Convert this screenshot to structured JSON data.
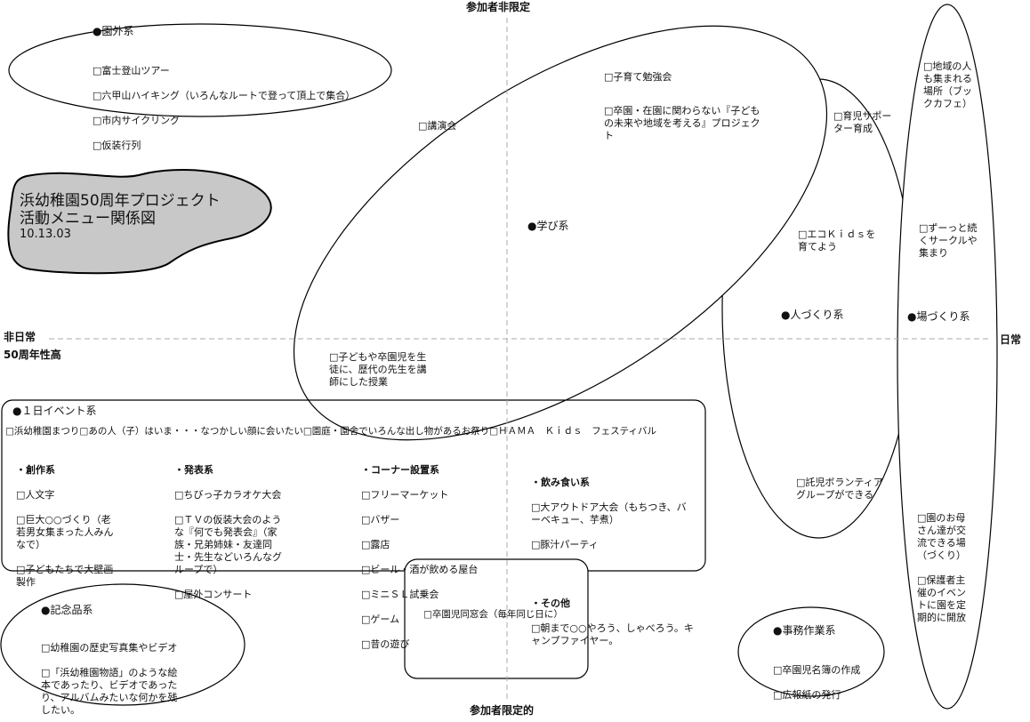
{
  "axes": {
    "top": "参加者非限定",
    "bottom": "参加者限定的",
    "left": "非日常",
    "left_sub": "50周年性高",
    "right": "日常"
  },
  "title": {
    "line1": "浜幼稚園50周年プロジェクト",
    "line2": "活動メニュー関係図",
    "date": "10.13.03"
  },
  "enkai": {
    "heading": "●園外系",
    "items": [
      "□富士登山ツアー",
      "□六甲山ハイキング（いろんなルートで登って頂上で集合）",
      "□市内サイクリング",
      "□仮装行列"
    ]
  },
  "manabi": {
    "heading": "●学び系",
    "items": [
      "□講演会",
      "□子育て勉強会",
      "□卒園・在園に関わらない『子どもの未来や地域を考える』プロジェクト",
      "□子どもや卒園児を生徒に、歴代の先生を講師にした授業"
    ]
  },
  "hitozukuri": {
    "heading": "●人づくり系",
    "items": [
      "□育児サポーター育成",
      "□エコＫｉｄｓを育てよう",
      "□託児ボランティアグループができる"
    ]
  },
  "bazukuri": {
    "heading": "●場づくり系",
    "items": [
      "□地域の人も集まれる場所（ブックカフェ）",
      "□ずーっと続くサークルや集まり",
      "□園のお母さん達が交流できる場（づくり）",
      "□保護者主催のイベントに園を定期的に開放"
    ]
  },
  "event": {
    "heading": "●１日イベント系",
    "summary": "□浜幼稚園まつり□あの人（子）はいま・・・なつかしい顔に会いたい□園庭・園舎でいろんな出し物があるお祭り□ＨＡＭＡ　Ｋｉｄｓ　フェスティバル",
    "groups": [
      {
        "heading": "・創作系",
        "items": [
          "□人文字",
          "□巨大○○づくり（老若男女集まった人みんなで）",
          "□子どもたちで大壁画製作"
        ]
      },
      {
        "heading": "・発表系",
        "items": [
          "□ちびっ子カラオケ大会",
          "□ＴＶの仮装大会のような『何でも発表会』（家族・兄弟姉妹・友達同士・先生などいろんなグループで）",
          "□屋外コンサート"
        ]
      },
      {
        "heading": "・コーナー設置系",
        "items": [
          "□フリーマーケット",
          "□バザー",
          "□露店",
          "□ビール・酒が飲める屋台",
          "□ミニＳＬ試乗会",
          "□ゲーム",
          "□昔の遊び"
        ]
      },
      {
        "heading": "・飲み食い系",
        "items": [
          "□大アウトドア大会（もちつき、バーベキュー、芋煮）",
          "□豚汁パーティ"
        ]
      },
      {
        "heading": "・その他",
        "items": [
          "□朝まで○○やろう、しゃべろう。キャンプファイヤー。"
        ]
      }
    ]
  },
  "dousoukai": {
    "item": "□卒園児同窓会（毎年同じ日に）"
  },
  "kinenhin": {
    "heading": "●記念品系",
    "items": [
      "□幼稚園の歴史写真集やビデオ",
      "□「浜幼稚園物語」のような絵本であったり、ビデオであったり、アルバムみたいな何かを残したい。"
    ]
  },
  "jimu": {
    "heading": "●事務作業系",
    "items": [
      "□卒園児名簿の作成",
      "□広報紙の発行"
    ]
  }
}
